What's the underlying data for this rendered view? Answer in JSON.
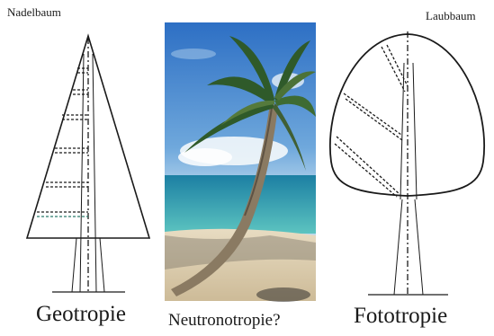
{
  "labels": {
    "left_top": "Nadelbaum",
    "right_top": "Laubbaum",
    "left_bottom": "Geotropie",
    "center_bottom": "Neutronotropie?",
    "right_bottom": "Fototropie"
  },
  "photo": {
    "subject": "palm tree leaning over a tropical beach"
  }
}
